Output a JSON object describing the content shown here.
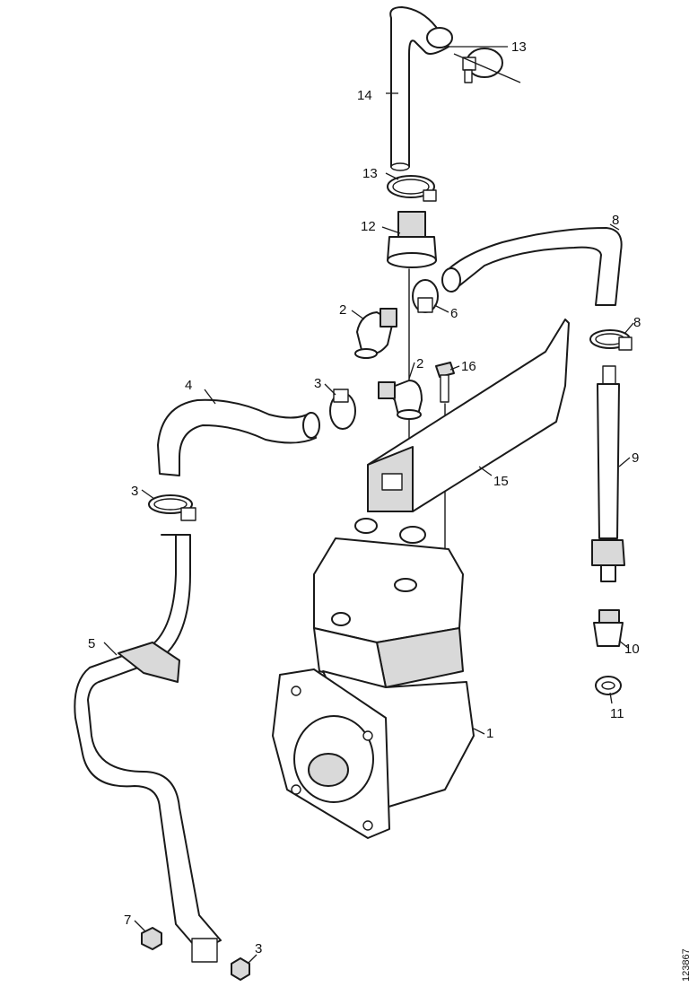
{
  "callouts": [
    {
      "id": "c1",
      "text": "1"
    },
    {
      "id": "c2a",
      "text": "2"
    },
    {
      "id": "c2b",
      "text": "2"
    },
    {
      "id": "c3a",
      "text": "3"
    },
    {
      "id": "c3b",
      "text": "3"
    },
    {
      "id": "c3c",
      "text": "3"
    },
    {
      "id": "c4",
      "text": "4"
    },
    {
      "id": "c5",
      "text": "5"
    },
    {
      "id": "c6",
      "text": "6"
    },
    {
      "id": "c7",
      "text": "7"
    },
    {
      "id": "c8a",
      "text": "8"
    },
    {
      "id": "c8b",
      "text": "8"
    },
    {
      "id": "c9",
      "text": "9"
    },
    {
      "id": "c10",
      "text": "10"
    },
    {
      "id": "c11",
      "text": "11"
    },
    {
      "id": "c12",
      "text": "12"
    },
    {
      "id": "c13a",
      "text": "13"
    },
    {
      "id": "c13b",
      "text": "13"
    },
    {
      "id": "c14",
      "text": "14"
    },
    {
      "id": "c15",
      "text": "15"
    },
    {
      "id": "c16",
      "text": "16"
    }
  ],
  "document_number": "123867"
}
